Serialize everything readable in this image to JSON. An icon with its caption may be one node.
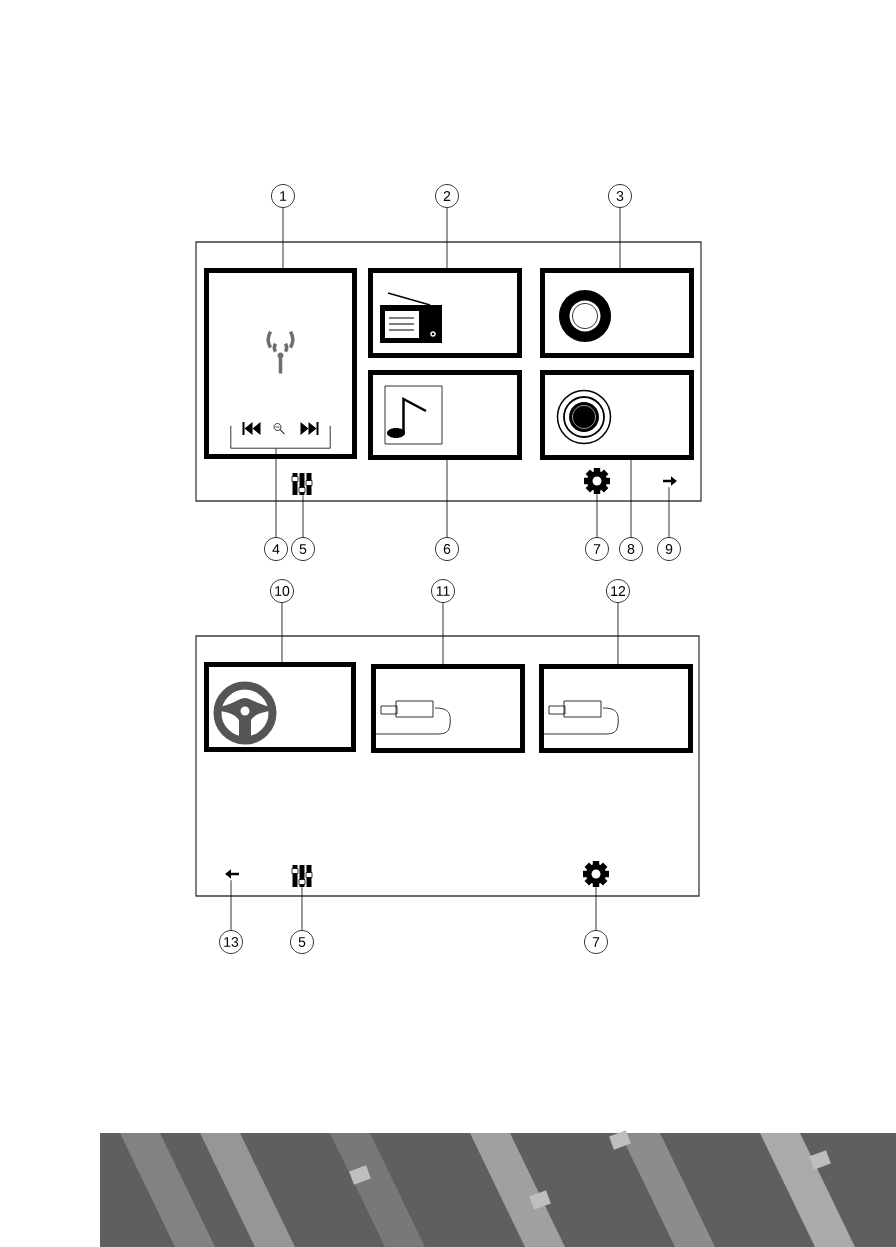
{
  "diagram": {
    "nodes": [
      {
        "text": [
          "1"
        ]
      },
      {
        "text": [
          "2"
        ]
      },
      {
        "text": [
          "3"
        ]
      },
      {
        "text": [],
        "shape": "box"
      },
      {
        "text": [],
        "shape": "box"
      },
      {
        "text": [],
        "shape": "box"
      },
      {
        "text": [],
        "shape": "box"
      },
      {
        "text": [],
        "shape": "box"
      },
      {
        "text": [],
        "shape": "bracket",
        "in": 3
      },
      {
        "text": [],
        "shape": "equalizer"
      },
      {
        "text": [],
        "shape": "gear"
      },
      {
        "text": [],
        "shape": "arrow"
      },
      {
        "text": [
          "4"
        ]
      },
      {
        "text": [
          "5"
        ]
      },
      {
        "text": [
          "6"
        ]
      },
      {
        "text": [
          "7"
        ]
      },
      {
        "text": [
          "8"
        ]
      },
      {
        "text": [
          "9"
        ]
      },
      {
        "text": [
          "10"
        ]
      },
      {
        "text": [
          "11"
        ]
      },
      {
        "text": [
          "12"
        ]
      },
      {
        "text": [],
        "shape": "box"
      },
      {
        "text": [],
        "shape": "box"
      },
      {
        "text": [],
        "shape": "box"
      },
      {
        "text": [],
        "shape": "arrow"
      },
      {
        "text": [],
        "shape": "equalizer"
      },
      {
        "text": [],
        "shape": "gear"
      },
      {
        "text": [
          "13"
        ]
      },
      {
        "text": [
          "5"
        ]
      },
      {
        "text": [
          "7"
        ]
      }
    ],
    "edges": [
      {
        "from": 0,
        "to": 3,
        "arrow": "none"
      },
      {
        "from": 1,
        "to": 4,
        "arrow": "none"
      },
      {
        "from": 2,
        "to": 5,
        "arrow": "none"
      },
      {
        "from": 12,
        "to": 8,
        "arrow": "none"
      },
      {
        "from": 13,
        "to": 9,
        "arrow": "none"
      },
      {
        "from": 14,
        "to": 6,
        "arrow": "none"
      },
      {
        "from": 15,
        "to": 10,
        "arrow": "none"
      },
      {
        "from": 16,
        "to": 7,
        "arrow": "none"
      },
      {
        "from": 17,
        "to": 11,
        "arrow": "none"
      },
      {
        "from": 18,
        "to": 21,
        "arrow": "none"
      },
      {
        "from": 19,
        "to": 22,
        "arrow": "none"
      },
      {
        "from": 20,
        "to": 23,
        "arrow": "none"
      },
      {
        "from": 27,
        "to": 24,
        "arrow": "none"
      },
      {
        "from": 28,
        "to": 25,
        "arrow": "none"
      },
      {
        "from": 29,
        "to": 26,
        "arrow": "none"
      }
    ]
  }
}
